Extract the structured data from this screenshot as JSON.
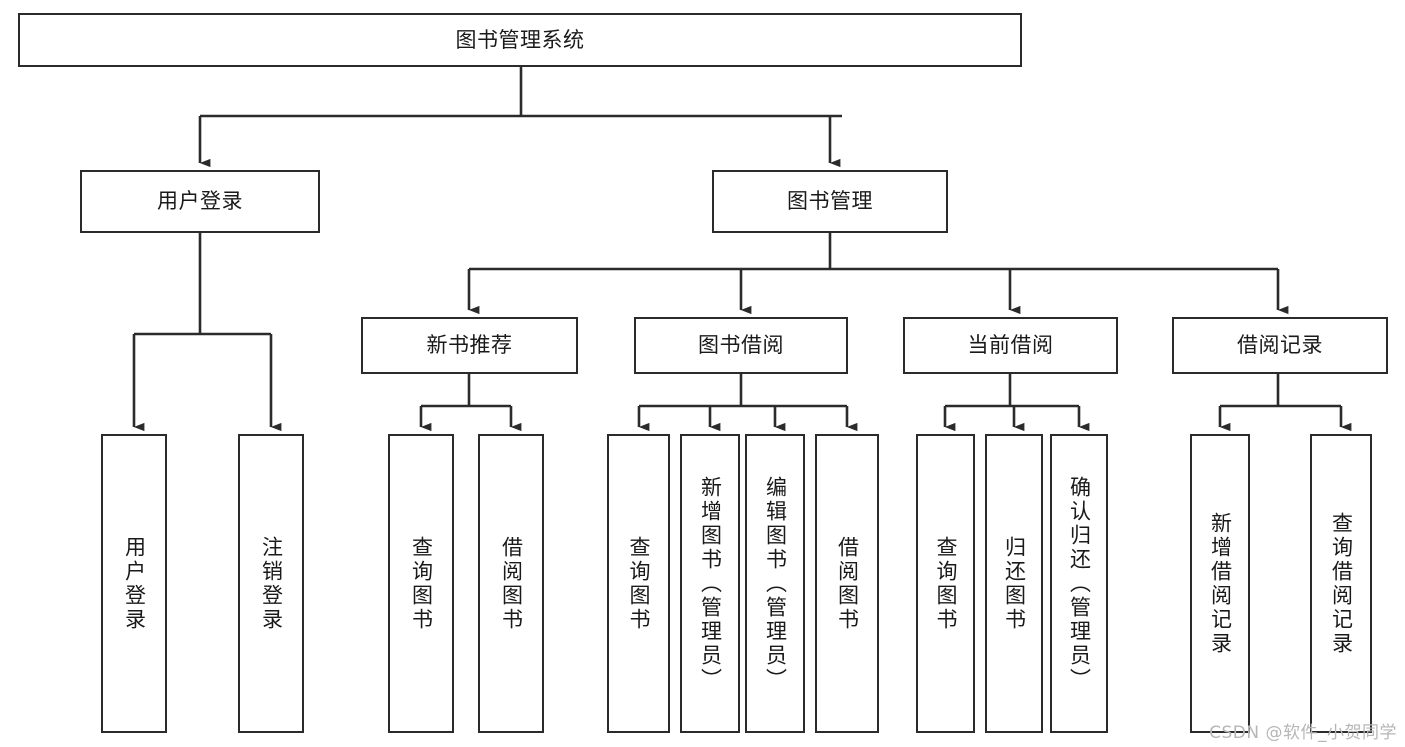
{
  "diagram": {
    "title": "图书管理系统",
    "type": "tree-hierarchy-chart",
    "orientation": "top-down",
    "line_color": "#2b2b2b",
    "box_fill": "#ffffff",
    "text_color": "#1a1a1a",
    "watermark": "CSDN @软件_小贺同学"
  },
  "nodes": {
    "root": {
      "label": "图书管理系统",
      "level": 0,
      "text_orientation": "horizontal"
    },
    "user_login": {
      "label": "用户登录",
      "level": 1,
      "text_orientation": "horizontal"
    },
    "book_manage": {
      "label": "图书管理",
      "level": 1,
      "text_orientation": "horizontal"
    },
    "new_book_rec": {
      "label": "新书推荐",
      "level": 2,
      "text_orientation": "horizontal"
    },
    "book_borrow": {
      "label": "图书借阅",
      "level": 2,
      "text_orientation": "horizontal"
    },
    "current_borrow": {
      "label": "当前借阅",
      "level": 2,
      "text_orientation": "horizontal"
    },
    "borrow_record": {
      "label": "借阅记录",
      "level": 2,
      "text_orientation": "horizontal"
    },
    "leaf_user_login": {
      "label": "用户登录",
      "level": 2,
      "text_orientation": "vertical"
    },
    "leaf_logout": {
      "label": "注销登录",
      "level": 2,
      "text_orientation": "vertical"
    },
    "leaf_query_book_1": {
      "label": "查询图书",
      "level": 3,
      "text_orientation": "vertical"
    },
    "leaf_borrow_book_1": {
      "label": "借阅图书",
      "level": 3,
      "text_orientation": "vertical"
    },
    "leaf_query_book_2": {
      "label": "查询图书",
      "level": 3,
      "text_orientation": "vertical"
    },
    "leaf_add_book": {
      "label": "新增图书（管理员）",
      "level": 3,
      "text_orientation": "vertical"
    },
    "leaf_edit_book": {
      "label": "编辑图书（管理员）",
      "level": 3,
      "text_orientation": "vertical"
    },
    "leaf_borrow_book_2": {
      "label": "借阅图书",
      "level": 3,
      "text_orientation": "vertical"
    },
    "leaf_query_book_3": {
      "label": "查询图书",
      "level": 3,
      "text_orientation": "vertical"
    },
    "leaf_return_book": {
      "label": "归还图书",
      "level": 3,
      "text_orientation": "vertical"
    },
    "leaf_confirm_return": {
      "label": "确认归还（管理员）",
      "level": 3,
      "text_orientation": "vertical"
    },
    "leaf_add_record": {
      "label": "新增借阅记录",
      "level": 3,
      "text_orientation": "vertical"
    },
    "leaf_query_record": {
      "label": "查询借阅记录",
      "level": 3,
      "text_orientation": "vertical"
    }
  },
  "edges": [
    {
      "from": "root",
      "to": "user_login"
    },
    {
      "from": "root",
      "to": "book_manage"
    },
    {
      "from": "user_login",
      "to": "leaf_user_login"
    },
    {
      "from": "user_login",
      "to": "leaf_logout"
    },
    {
      "from": "book_manage",
      "to": "new_book_rec"
    },
    {
      "from": "book_manage",
      "to": "book_borrow"
    },
    {
      "from": "book_manage",
      "to": "current_borrow"
    },
    {
      "from": "book_manage",
      "to": "borrow_record"
    },
    {
      "from": "new_book_rec",
      "to": "leaf_query_book_1"
    },
    {
      "from": "new_book_rec",
      "to": "leaf_borrow_book_1"
    },
    {
      "from": "book_borrow",
      "to": "leaf_query_book_2"
    },
    {
      "from": "book_borrow",
      "to": "leaf_add_book"
    },
    {
      "from": "book_borrow",
      "to": "leaf_edit_book"
    },
    {
      "from": "book_borrow",
      "to": "leaf_borrow_book_2"
    },
    {
      "from": "current_borrow",
      "to": "leaf_query_book_3"
    },
    {
      "from": "current_borrow",
      "to": "leaf_return_book"
    },
    {
      "from": "current_borrow",
      "to": "leaf_confirm_return"
    },
    {
      "from": "borrow_record",
      "to": "leaf_add_record"
    },
    {
      "from": "borrow_record",
      "to": "leaf_query_record"
    }
  ]
}
